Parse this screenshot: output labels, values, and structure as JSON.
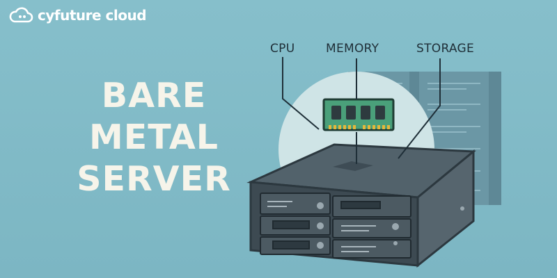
{
  "brand": {
    "name": "cyfuture cloud",
    "icon": "cloud-logo-icon"
  },
  "headline": {
    "line1": "BARE",
    "line2": "METAL",
    "line3": "SERVER"
  },
  "labels": {
    "cpu": "CPU",
    "memory": "MEMORY",
    "storage": "STORAGE"
  },
  "colors": {
    "background": "#80bac7",
    "headline": "#f6f4ea",
    "server_body": "#4b5a63",
    "server_dark": "#2f3c44",
    "ram_board": "#4aa07a",
    "ram_contacts": "#e5b73b",
    "label_text": "#1f2f38"
  },
  "icons": [
    "cloud-logo-icon",
    "ram-module-icon",
    "server-chassis-icon",
    "server-rack-icon"
  ]
}
